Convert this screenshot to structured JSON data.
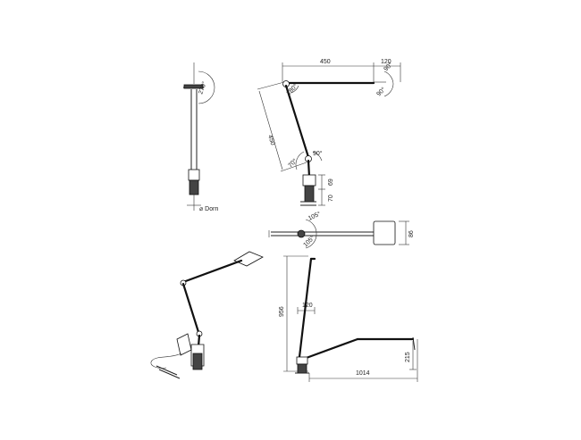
{
  "dimensions": {
    "side_arm_length": "450",
    "side_head_offset": "120",
    "side_upper_arm": "450",
    "side_base_h1": "69",
    "side_base_h2": "70",
    "top_head_depth": "86",
    "front_height": "956",
    "front_offset": "120",
    "front_reach": "1014",
    "front_base": "215"
  },
  "angles": {
    "pole_rotation": "270°",
    "head_tilt_top": "90°",
    "head_tilt_bottom": "90°",
    "elbow": "180°",
    "shoulder_left": "70°",
    "shoulder_right": "90°",
    "top_rot_1": "105°",
    "top_rot_2": "105°"
  },
  "labels": {
    "dorn": "⌀ Dorn"
  }
}
